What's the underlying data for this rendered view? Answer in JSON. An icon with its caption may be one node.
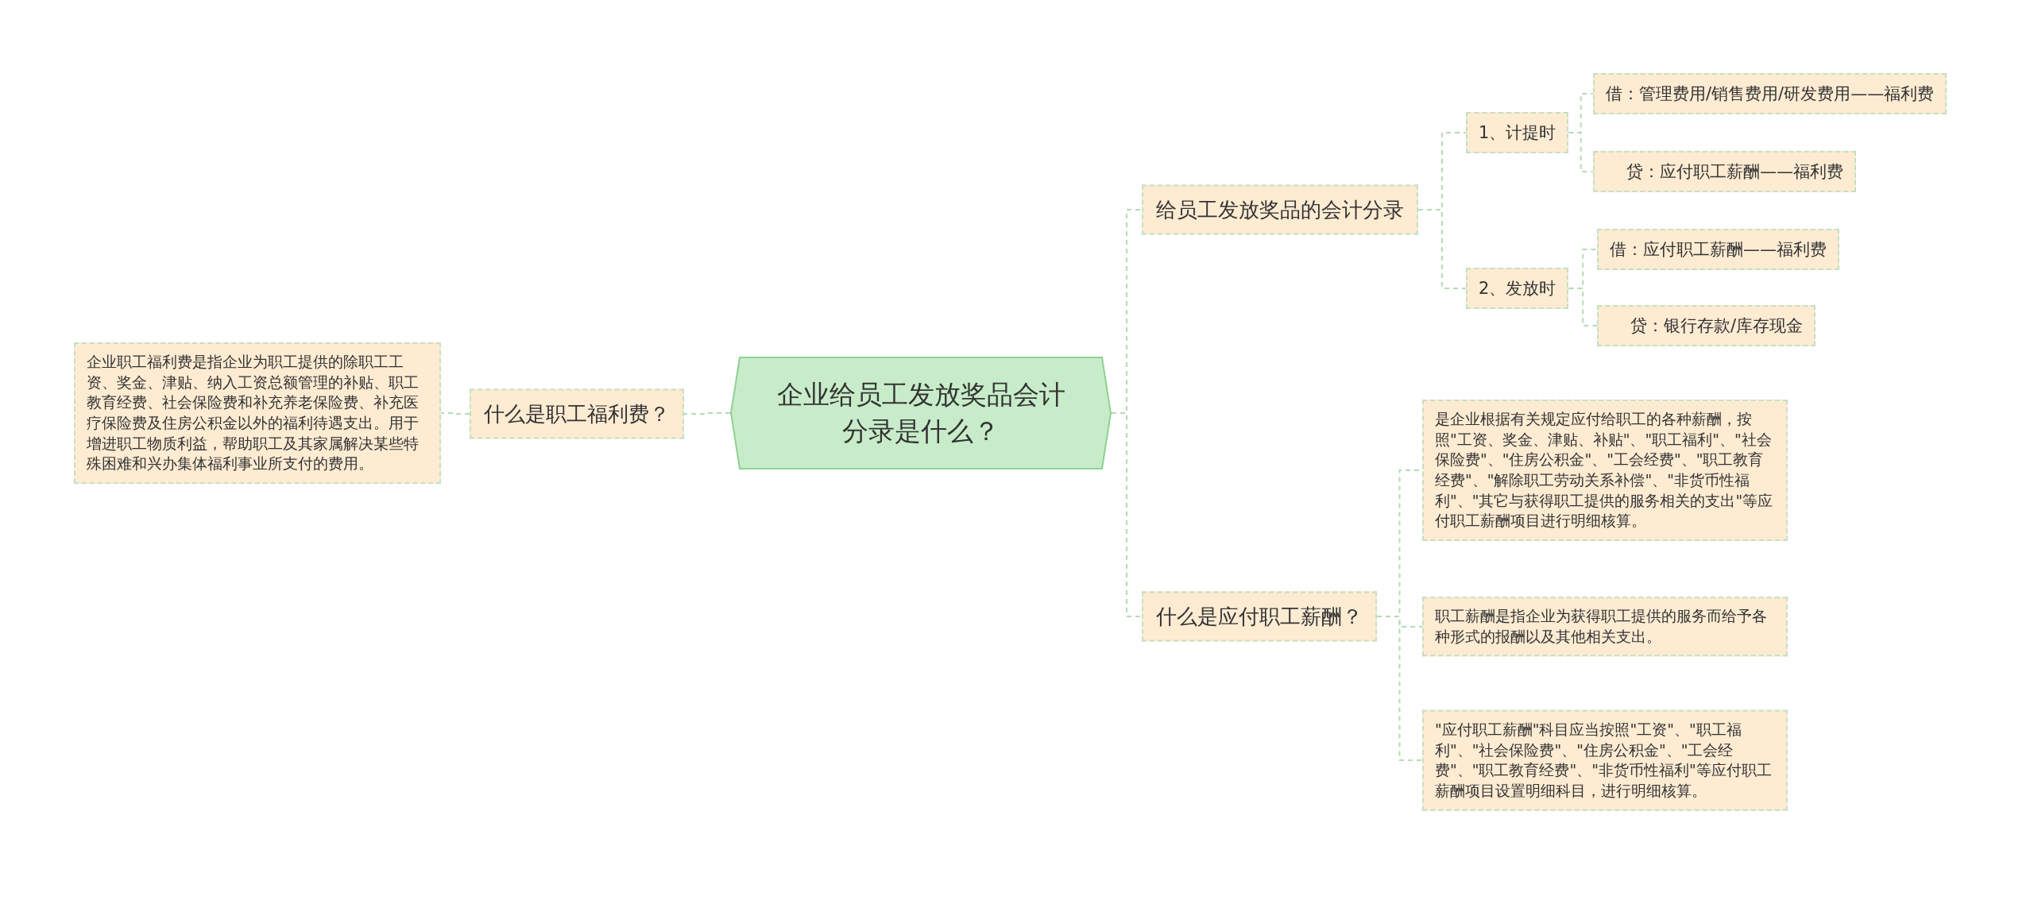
{
  "diagram": {
    "nodes": [
      {
        "text": [
          "企业给员工发放奖品会计分录是什么？"
        ]
      },
      {
        "text": [
          "什么是职工福利费？"
        ]
      },
      {
        "text": [
          "企业职工福利费是指企业为职工提供的除职工工资、奖金、津贴、纳入工资总额管理的补贴、职工教育经费、社会保险费和补充养老保险费、补充医疗保险费及住房公积金以外的福利待遇支出。用于增进职工物质利益，帮助职工及其家属解决某些特殊困难和兴办集体福利事业所支付的费用。"
        ]
      },
      {
        "text": [
          "给员工发放奖品的会计分录"
        ]
      },
      {
        "text": [
          "1、计提时"
        ]
      },
      {
        "text": [
          "借：管理费用/销售费用/研发费用——福利费"
        ]
      },
      {
        "text": [
          "贷：应付职工薪酬——福利费"
        ]
      },
      {
        "text": [
          "2、发放时"
        ]
      },
      {
        "text": [
          "借：应付职工薪酬——福利费"
        ]
      },
      {
        "text": [
          "贷：银行存款/库存现金"
        ]
      },
      {
        "text": [
          "什么是应付职工薪酬？"
        ]
      },
      {
        "text": [
          "是企业根据有关规定应付给职工的各种薪酬，按照\"工资、奖金、津贴、补贴\"、\"职工福利\"、\"社会保险费\"、\"住房公积金\"、\"工会经费\"、\"职工教育经费\"、\"解除职工劳动关系补偿\"、\"非货币性福利\"、\"其它与获得职工提供的服务相关的支出\"等应付职工薪酬项目进行明细核算。"
        ]
      },
      {
        "text": [
          "职工薪酬是指企业为获得职工提供的服务而给予各种形式的报酬以及其他相关支出。"
        ]
      },
      {
        "text": [
          "\"应付职工薪酬\"科目应当按照\"工资\"、\"职工福利\"、\"社会保险费\"、\"住房公积金\"、\"工会经费\"、\"职工教育经费\"、\"非货币性福利\"等应付职工薪酬项目设置明细科目，进行明细核算。"
        ]
      }
    ],
    "edges": [
      {
        "from": 0,
        "to": 1,
        "arrow": "none"
      },
      {
        "from": 1,
        "to": 2,
        "arrow": "none"
      },
      {
        "from": 0,
        "to": 3,
        "arrow": "none"
      },
      {
        "from": 0,
        "to": 10,
        "arrow": "none"
      },
      {
        "from": 3,
        "to": 4,
        "arrow": "none"
      },
      {
        "from": 3,
        "to": 7,
        "arrow": "none"
      },
      {
        "from": 4,
        "to": 5,
        "arrow": "none"
      },
      {
        "from": 4,
        "to": 6,
        "arrow": "none"
      },
      {
        "from": 7,
        "to": 8,
        "arrow": "none"
      },
      {
        "from": 7,
        "to": 9,
        "arrow": "none"
      },
      {
        "from": 10,
        "to": 11,
        "arrow": "none"
      },
      {
        "from": 10,
        "to": 12,
        "arrow": "none"
      },
      {
        "from": 10,
        "to": 13,
        "arrow": "none"
      }
    ]
  }
}
